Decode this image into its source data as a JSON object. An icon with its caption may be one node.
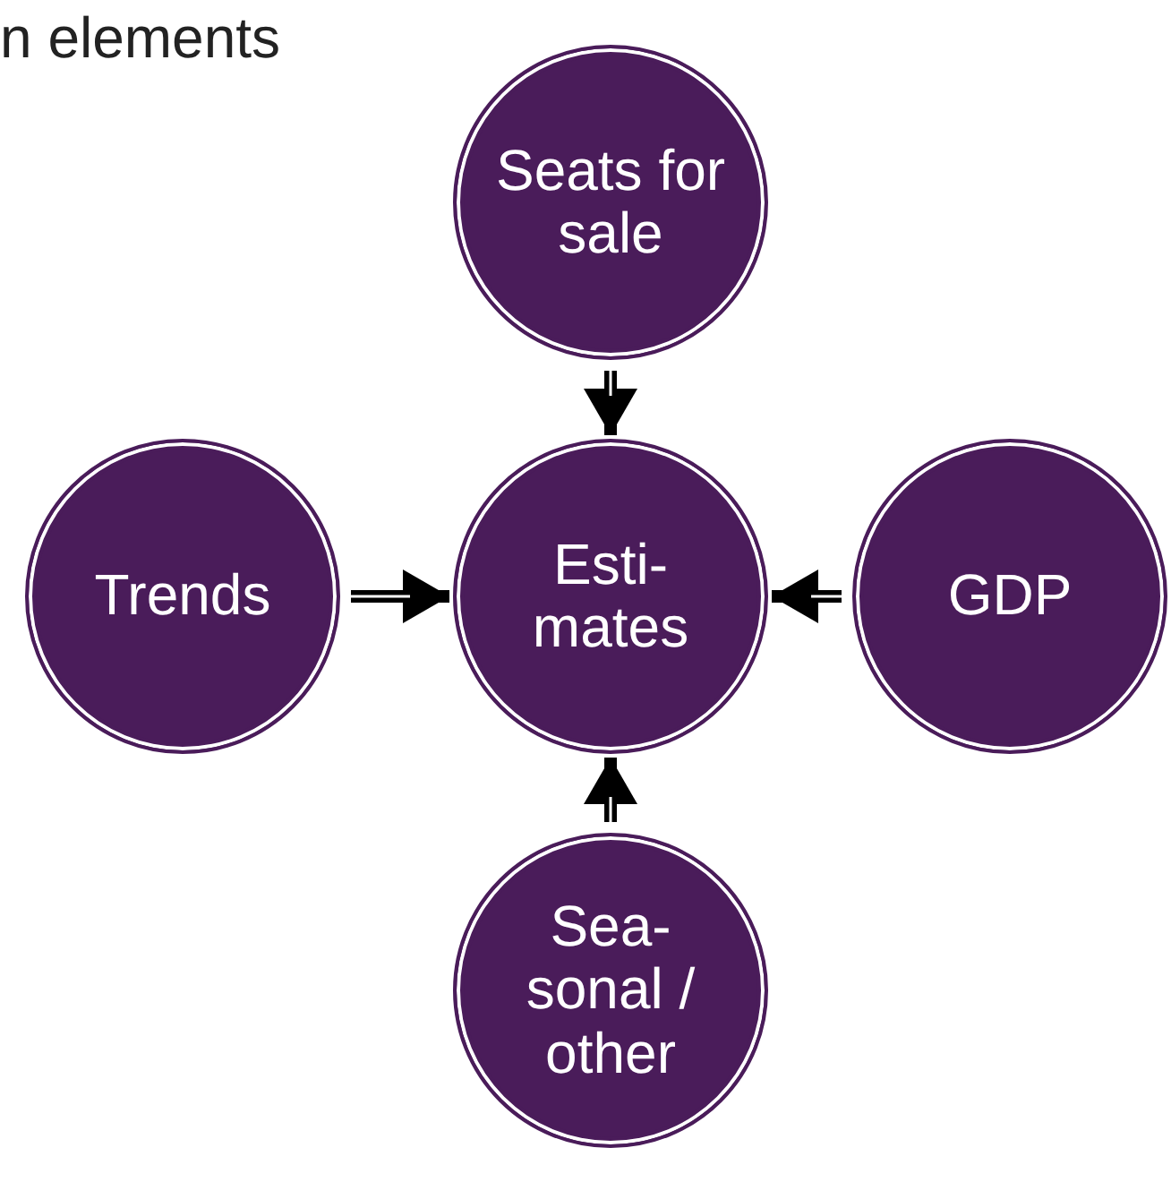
{
  "diagram": {
    "title": "n elements",
    "nodes": [
      {
        "text": [
          "Seats for sale"
        ]
      },
      {
        "text": [
          "Trends"
        ]
      },
      {
        "text": [
          "Esti- mates"
        ]
      },
      {
        "text": [
          "GDP"
        ]
      },
      {
        "text": [
          "Sea- sonal / other"
        ]
      }
    ],
    "edges": [
      {
        "from": 0,
        "to": 2,
        "arrow": "to"
      },
      {
        "from": 1,
        "to": 2,
        "arrow": "to"
      },
      {
        "from": 3,
        "to": 2,
        "arrow": "to"
      },
      {
        "from": 4,
        "to": 2,
        "arrow": "to"
      }
    ]
  }
}
